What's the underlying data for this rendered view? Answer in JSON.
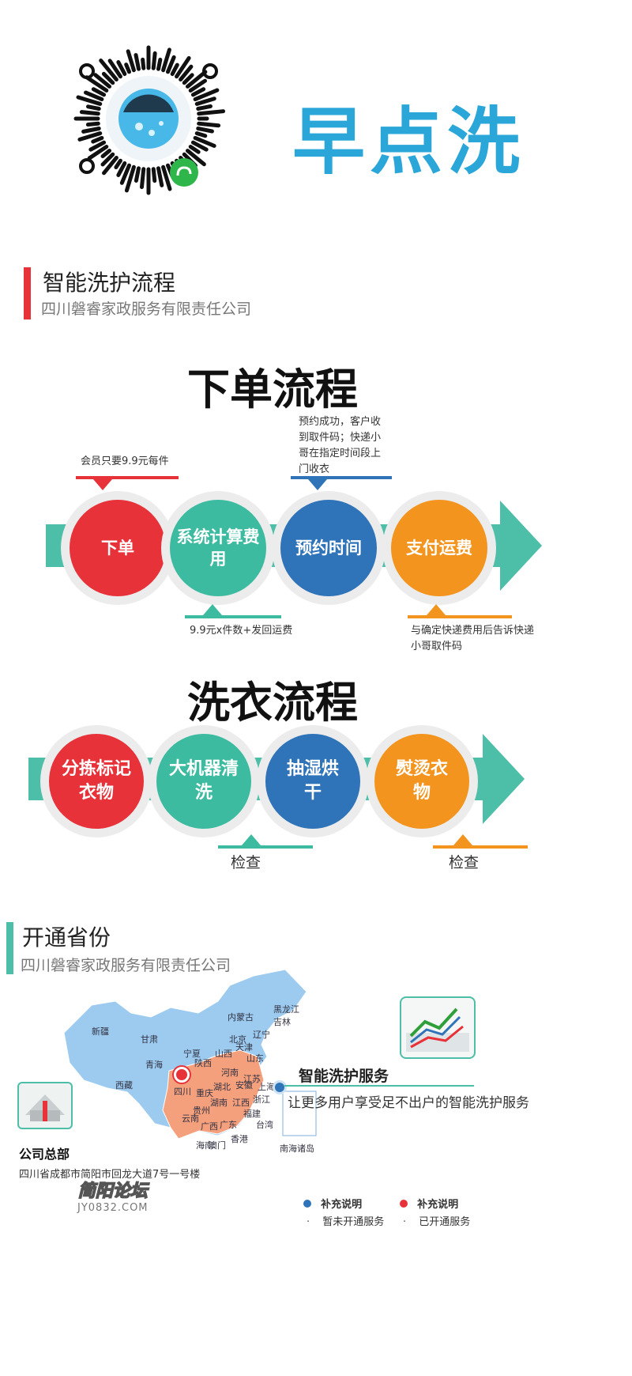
{
  "brand": {
    "name": "早点洗"
  },
  "section1": {
    "title": "智能洗护流程",
    "company": "四川磐睿家政服务有限责任公司"
  },
  "order": {
    "title": "下单流程",
    "steps": [
      {
        "label": "下单",
        "color": "#e8323a"
      },
      {
        "label": "系统计算费用",
        "color": "#3dbba0"
      },
      {
        "label": "预约时间",
        "color": "#2f73b8"
      },
      {
        "label": "支付运费",
        "color": "#f3941e"
      }
    ],
    "notes": {
      "above1": "会员只要9.9元每件",
      "above3": "预约成功，客户收到取件码；快递小哥在指定时间段上门收衣",
      "below2": "9.9元x件数+发回运费",
      "below4": "与确定快递费用后告诉快递小哥取件码"
    }
  },
  "wash": {
    "title": "洗衣流程",
    "steps": [
      {
        "label": "分拣标记衣物",
        "color": "#e8323a"
      },
      {
        "label": "大机器清洗",
        "color": "#3dbba0"
      },
      {
        "label": "抽湿烘干",
        "color": "#2f73b8"
      },
      {
        "label": "熨烫衣物",
        "color": "#f3941e"
      }
    ],
    "check1": "检查",
    "check2": "检查"
  },
  "section2": {
    "title": "开通省份",
    "company": "四川磐睿家政服务有限责任公司"
  },
  "map": {
    "provinces": [
      "新疆",
      "甘肃",
      "青海",
      "西藏",
      "内蒙古",
      "黑龙江",
      "吉林",
      "辽宁",
      "宁夏",
      "陕西",
      "山西",
      "北京",
      "天津",
      "山东",
      "河南",
      "江苏",
      "安徽",
      "上海",
      "湖北",
      "浙江",
      "四川",
      "重庆",
      "贵州",
      "湖南",
      "江西",
      "福建",
      "云南",
      "广西",
      "广东",
      "台湾",
      "海南",
      "澳门",
      "香港",
      "南海诸岛"
    ]
  },
  "service": {
    "title": "智能洗护服务",
    "desc": "让更多用户享受足不出户的智能洗护服务"
  },
  "hq": {
    "title": "公司总部",
    "address": "四川省成都市简阳市回龙大道7号一号楼"
  },
  "watermark": {
    "line1": "简阳论坛",
    "line2": "JY0832.COM"
  },
  "legend": {
    "blue": {
      "title": "补充说明",
      "desc": "暂未开通服务",
      "color": "#2f73b8"
    },
    "red": {
      "title": "补充说明",
      "desc": "已开通服务",
      "color": "#e8323a"
    }
  },
  "colors": {
    "teal": "#4dbfa8",
    "blue": "#2f73b8",
    "red": "#e8323a",
    "orange": "#f3941e",
    "mapBlue": "#9ccbef",
    "mapOrange": "#f4a07c",
    "brand": "#2aa7d8"
  }
}
